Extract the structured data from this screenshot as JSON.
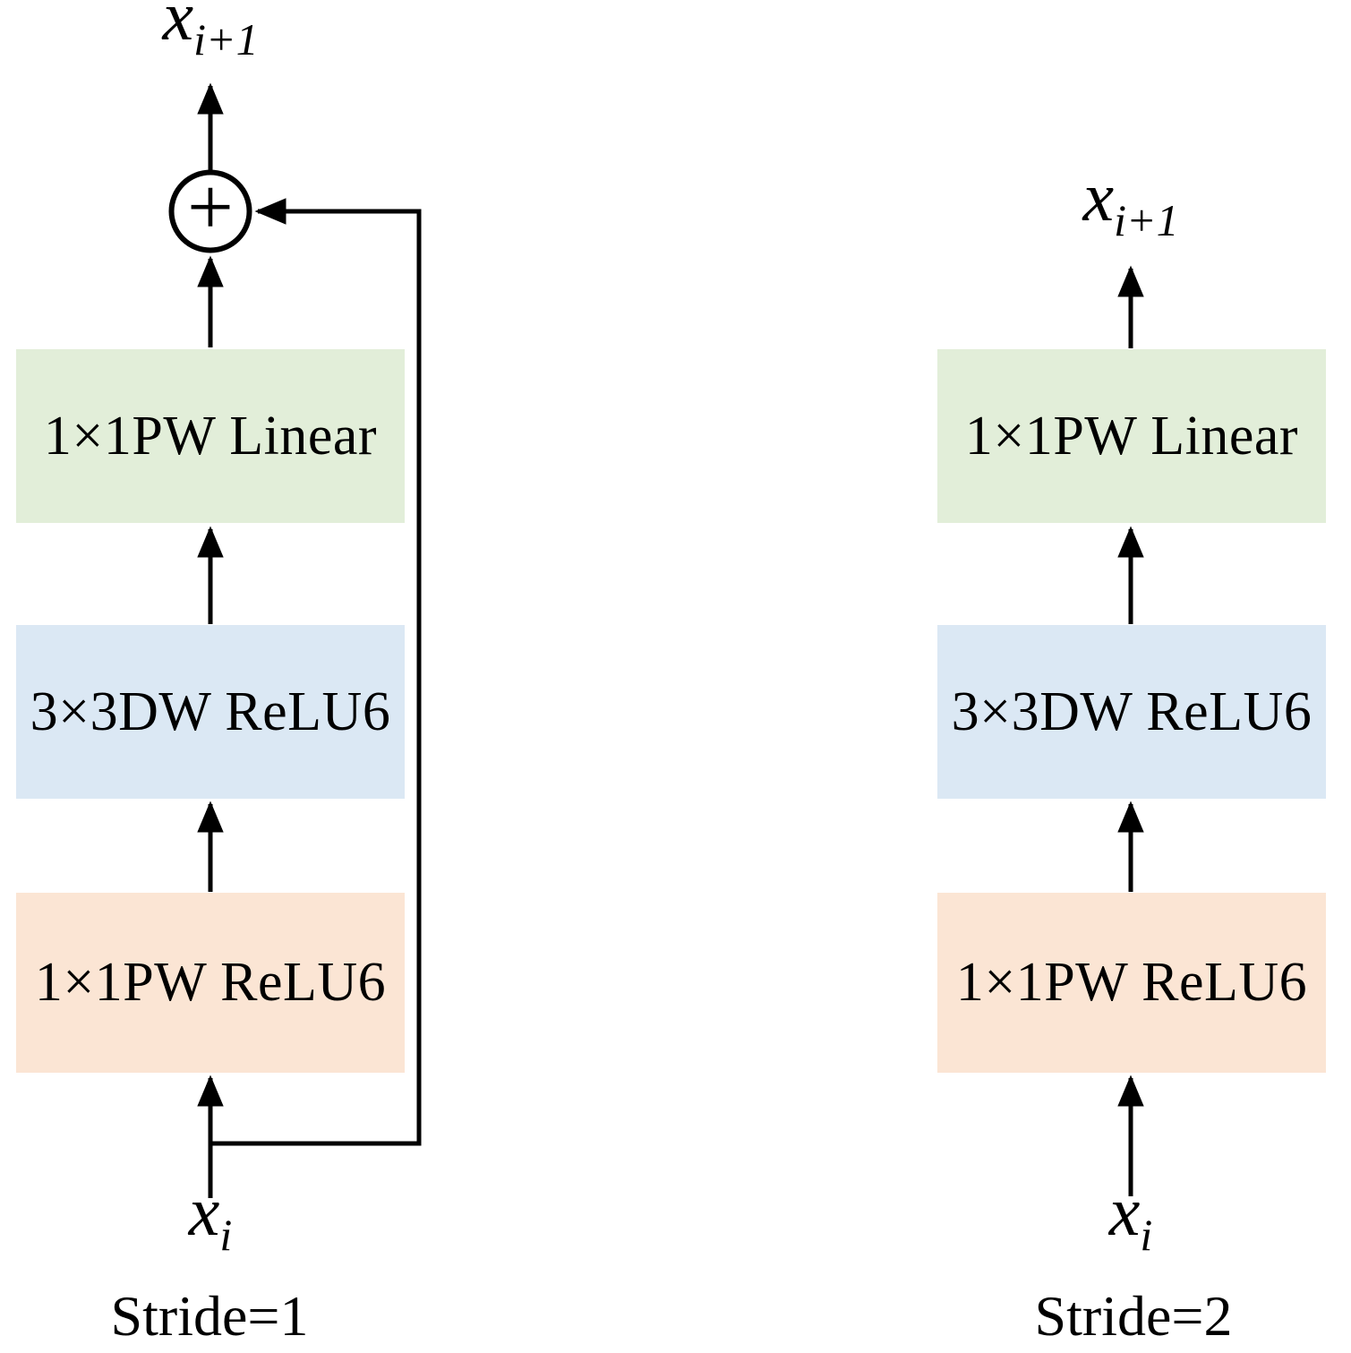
{
  "figure": {
    "add_operator": "+",
    "palette": {
      "block_green": "#e2eed9",
      "block_blue": "#dbe8f4",
      "block_orange": "#fbe5d4",
      "line": "#000000",
      "background": "#ffffff"
    },
    "left": {
      "caption": "Stride=1",
      "output_label": {
        "base": "x",
        "sub": "i+1"
      },
      "input_label": {
        "base": "x",
        "sub": "i"
      },
      "blocks": [
        {
          "label": "1×1PW Linear",
          "fill": "#e2eed9"
        },
        {
          "label": "3×3DW ReLU6",
          "fill": "#dbe8f4"
        },
        {
          "label": "1×1PW ReLU6",
          "fill": "#fbe5d4"
        }
      ]
    },
    "right": {
      "caption": "Stride=2",
      "output_label": {
        "base": "x",
        "sub": "i+1"
      },
      "input_label": {
        "base": "x",
        "sub": "i"
      },
      "blocks": [
        {
          "label": "1×1PW Linear",
          "fill": "#e2eed9"
        },
        {
          "label": "3×3DW ReLU6",
          "fill": "#dbe8f4"
        },
        {
          "label": "1×1PW ReLU6",
          "fill": "#fbe5d4"
        }
      ]
    }
  }
}
